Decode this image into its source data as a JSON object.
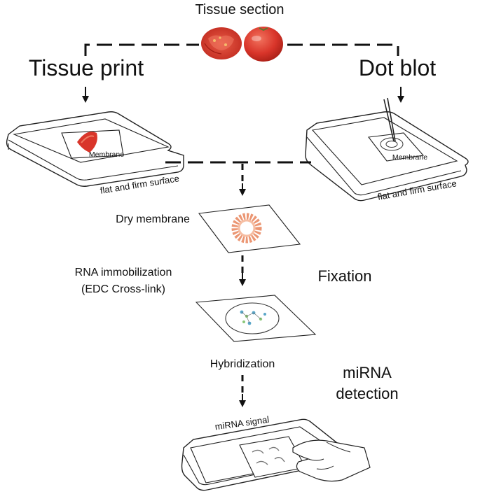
{
  "labels": {
    "tissue_section": "Tissue section",
    "tissue_print": "Tissue print",
    "dot_blot": "Dot blot",
    "membrane_left": "Membrane",
    "membrane_right": "Membrane",
    "surface_left": "flat and firm surface",
    "surface_right": "flat and firm surface",
    "dry_membrane": "Dry membrane",
    "rna_immobilization_line1": "RNA immobilization",
    "rna_immobilization_line2": "(EDC Cross-link)",
    "fixation": "Fixation",
    "hybridization": "Hybridization",
    "mirna_detection_line1": "miRNA",
    "mirna_detection_line2": "detection",
    "mirna_signal": "miRNA signal"
  },
  "colors": {
    "tomato": "#d9352a",
    "tomato_dark": "#b8231a",
    "tomato_light": "#ee6a55",
    "dry_signal": "#e8845a",
    "dot_blue": "#5aa6c8",
    "dot_green": "#8cc77a"
  }
}
